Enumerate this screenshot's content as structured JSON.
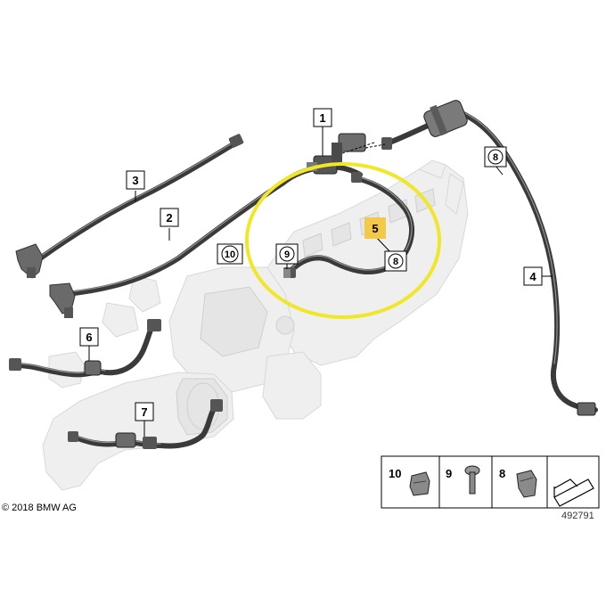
{
  "callouts": {
    "c1": "1",
    "c2": "2",
    "c3": "3",
    "c4": "4",
    "c5": "5",
    "c6": "6",
    "c7": "7",
    "c8a": "8",
    "c8b": "8",
    "c9": "9",
    "c10": "10"
  },
  "legend": {
    "item10": "10",
    "item9": "9",
    "item8": "8"
  },
  "footer": {
    "copyright": "© 2018 BMW AG",
    "diagram_number": "492791"
  },
  "colors": {
    "highlight_ring": "#f0e62a",
    "highlight_box": "#f3c94a",
    "hose": "#3a3a3a",
    "ghost_part": "#efefef"
  }
}
